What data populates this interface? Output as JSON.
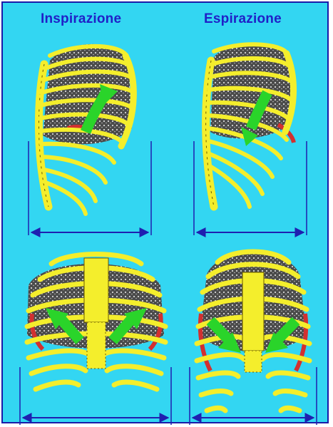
{
  "headings": {
    "left": "Inspirazione",
    "right": "Espirazione"
  },
  "colors": {
    "background": "#33d6f2",
    "bone": "#f4ee2c",
    "bone_outline": "#6b5a00",
    "lung": "#4a4a4a",
    "muscle": "#d23030",
    "arrow": "#2ad42a",
    "measure_line": "#1f1fb0",
    "heading_text": "#2020c8"
  },
  "views": [
    {
      "name": "inspiration-side-view",
      "arrow_direction": "up"
    },
    {
      "name": "expiration-side-view",
      "arrow_direction": "down"
    },
    {
      "name": "inspiration-front-view",
      "arrow_direction": "outward"
    },
    {
      "name": "expiration-front-view",
      "arrow_direction": "inward"
    }
  ]
}
